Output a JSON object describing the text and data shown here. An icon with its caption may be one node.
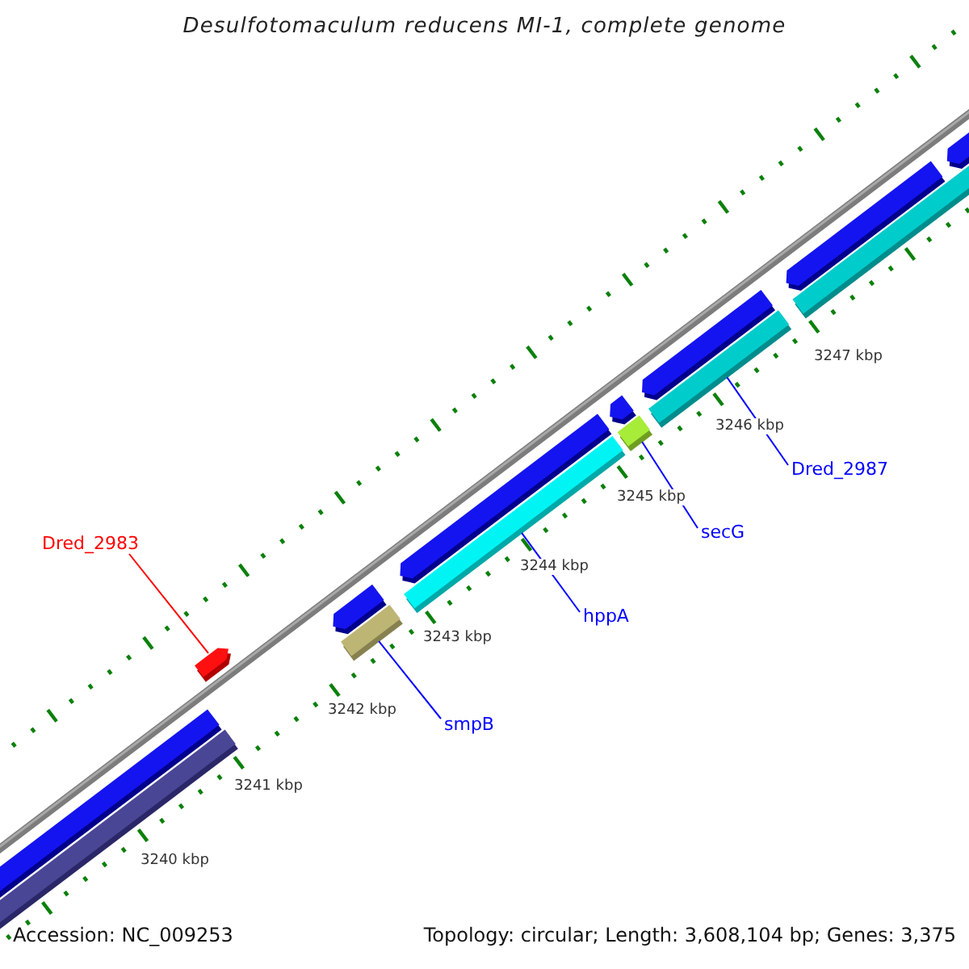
{
  "diagram": {
    "title": "Desulfotomaculum reducens MI-1, complete genome",
    "nodes": [
      {
        "text": [
          "Dred_2983"
        ]
      },
      {
        "text": [],
        "shape": "bar"
      },
      {
        "text": [
          "smpB"
        ]
      },
      {
        "text": [],
        "shape": "bar"
      },
      {
        "text": [
          "hppA"
        ]
      },
      {
        "text": [],
        "shape": "bar"
      },
      {
        "text": [
          "secG"
        ]
      },
      {
        "text": [],
        "shape": "bar"
      },
      {
        "text": [
          "Dred_2987"
        ]
      },
      {
        "text": [],
        "shape": "bar"
      }
    ],
    "edges": [
      {
        "from": 0,
        "to": 1,
        "arrow": "none",
        "color": "#ff0000"
      },
      {
        "from": 2,
        "to": 3,
        "arrow": "none"
      },
      {
        "from": 4,
        "to": 5,
        "arrow": "none"
      },
      {
        "from": 6,
        "to": 7,
        "arrow": "none"
      },
      {
        "from": 8,
        "to": 9,
        "arrow": "none"
      }
    ],
    "labels": [
      "3247 kbp",
      "3246 kbp",
      "3245 kbp",
      "3244 kbp",
      "3243 kbp",
      "3242 kbp",
      "3241 kbp",
      "3240 kbp",
      "Accession: NC_009253",
      "Topology: circular; Length: 3,608,104 bp; Genes: 3,375"
    ]
  }
}
